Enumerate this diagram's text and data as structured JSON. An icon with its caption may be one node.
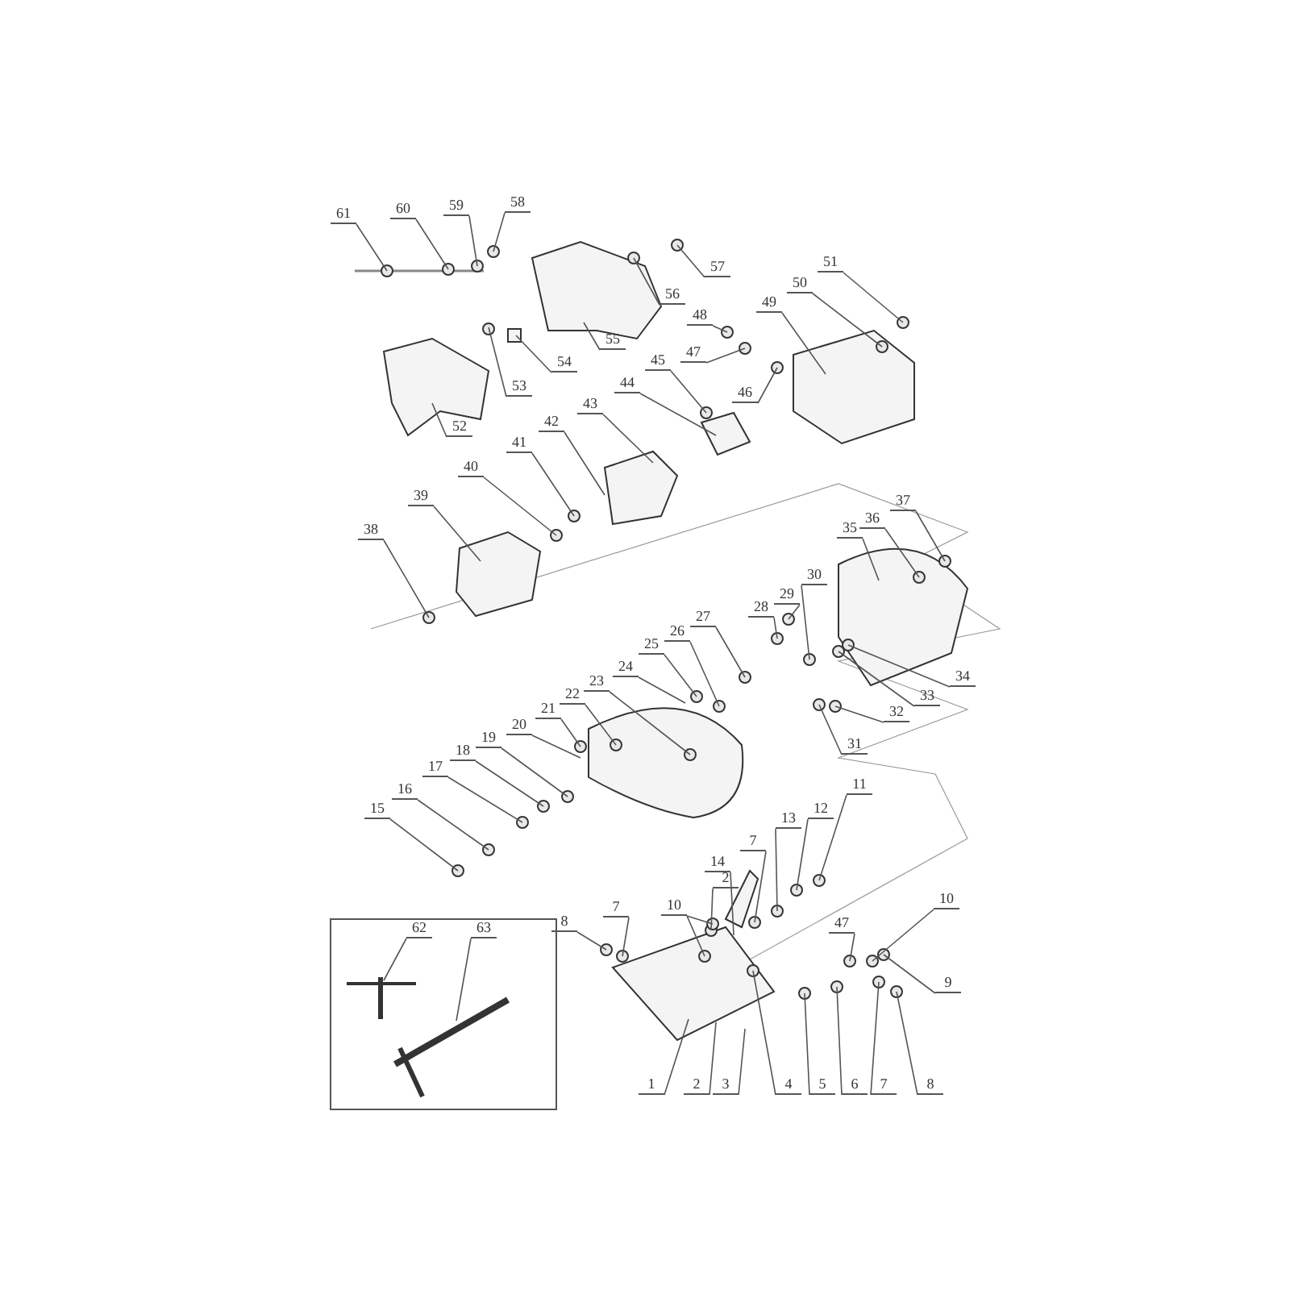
{
  "diagram": {
    "nodes": [
      {
        "text": [
          "61"
        ]
      },
      {
        "text": [
          "60"
        ]
      },
      {
        "text": [
          "59"
        ]
      },
      {
        "text": [
          "58"
        ]
      },
      {
        "text": [
          "57"
        ]
      },
      {
        "text": [
          "56"
        ]
      },
      {
        "text": [
          "55"
        ]
      },
      {
        "text": [
          "54"
        ]
      },
      {
        "text": [
          "53"
        ]
      },
      {
        "text": [
          "52"
        ]
      },
      {
        "text": [
          "51"
        ]
      },
      {
        "text": [
          "50"
        ]
      },
      {
        "text": [
          "49"
        ]
      },
      {
        "text": [
          "48"
        ]
      },
      {
        "text": [
          "47"
        ]
      },
      {
        "text": [
          "46"
        ]
      },
      {
        "text": [
          "45"
        ]
      },
      {
        "text": [
          "44"
        ]
      },
      {
        "text": [
          "43"
        ]
      },
      {
        "text": [
          "42"
        ]
      },
      {
        "text": [
          "41"
        ]
      },
      {
        "text": [
          "40"
        ]
      },
      {
        "text": [
          "39"
        ]
      },
      {
        "text": [
          "38"
        ]
      },
      {
        "text": [
          "37"
        ]
      },
      {
        "text": [
          "36"
        ]
      },
      {
        "text": [
          "35"
        ]
      },
      {
        "text": [
          "30"
        ]
      },
      {
        "text": [
          "29"
        ]
      },
      {
        "text": [
          "28"
        ]
      },
      {
        "text": [
          "27"
        ]
      },
      {
        "text": [
          "26"
        ]
      },
      {
        "text": [
          "25"
        ]
      },
      {
        "text": [
          "24"
        ]
      },
      {
        "text": [
          "23"
        ]
      },
      {
        "text": [
          "22"
        ]
      },
      {
        "text": [
          "21"
        ]
      },
      {
        "text": [
          "20"
        ]
      },
      {
        "text": [
          "19"
        ]
      },
      {
        "text": [
          "18"
        ]
      },
      {
        "text": [
          "17"
        ]
      },
      {
        "text": [
          "16"
        ]
      },
      {
        "text": [
          "15"
        ]
      },
      {
        "text": [
          "34"
        ]
      },
      {
        "text": [
          "33"
        ]
      },
      {
        "text": [
          "32"
        ]
      },
      {
        "text": [
          "31"
        ]
      },
      {
        "text": [
          "14"
        ]
      },
      {
        "text": [
          "11"
        ]
      },
      {
        "text": [
          "12"
        ]
      },
      {
        "text": [
          "13"
        ]
      },
      {
        "text": [
          "7"
        ]
      },
      {
        "text": [
          "2"
        ]
      },
      {
        "text": [
          "10"
        ]
      },
      {
        "text": [
          "8"
        ]
      },
      {
        "text": [
          "7"
        ]
      },
      {
        "text": [
          "47"
        ]
      },
      {
        "text": [
          "10"
        ]
      },
      {
        "text": [
          "9"
        ]
      },
      {
        "text": [
          "62"
        ]
      },
      {
        "text": [
          "63"
        ]
      },
      {
        "text": [
          "1"
        ]
      },
      {
        "text": [
          "2"
        ]
      },
      {
        "text": [
          "3"
        ]
      },
      {
        "text": [
          "4"
        ]
      },
      {
        "text": [
          "5"
        ]
      },
      {
        "text": [
          "6"
        ]
      },
      {
        "text": [
          "7"
        ]
      },
      {
        "text": [
          "8"
        ]
      }
    ],
    "edges": [
      {
        "from": 0,
        "to": null,
        "arrow": "none"
      },
      {
        "from": 1,
        "to": null,
        "arrow": "none"
      },
      {
        "from": 2,
        "to": null,
        "arrow": "none"
      },
      {
        "from": 3,
        "to": null,
        "arrow": "none"
      },
      {
        "from": 4,
        "to": null,
        "arrow": "none"
      },
      {
        "from": 5,
        "to": null,
        "arrow": "none"
      },
      {
        "from": 6,
        "to": null,
        "arrow": "none"
      },
      {
        "from": 7,
        "to": null,
        "arrow": "none"
      },
      {
        "from": 8,
        "to": null,
        "arrow": "none"
      },
      {
        "from": 9,
        "to": null,
        "arrow": "none"
      },
      {
        "from": 10,
        "to": null,
        "arrow": "none"
      },
      {
        "from": 11,
        "to": null,
        "arrow": "none"
      },
      {
        "from": 12,
        "to": null,
        "arrow": "none"
      },
      {
        "from": 13,
        "to": null,
        "arrow": "none"
      },
      {
        "from": 14,
        "to": null,
        "arrow": "none"
      },
      {
        "from": 15,
        "to": null,
        "arrow": "none"
      },
      {
        "from": 16,
        "to": null,
        "arrow": "none"
      },
      {
        "from": 17,
        "to": null,
        "arrow": "none"
      },
      {
        "from": 18,
        "to": null,
        "arrow": "none"
      },
      {
        "from": 19,
        "to": null,
        "arrow": "none"
      },
      {
        "from": 20,
        "to": null,
        "arrow": "none"
      },
      {
        "from": 21,
        "to": null,
        "arrow": "none"
      },
      {
        "from": 22,
        "to": null,
        "arrow": "none"
      },
      {
        "from": 23,
        "to": null,
        "arrow": "none"
      },
      {
        "from": 24,
        "to": null,
        "arrow": "none"
      },
      {
        "from": 25,
        "to": null,
        "arrow": "none"
      },
      {
        "from": 26,
        "to": null,
        "arrow": "none"
      },
      {
        "from": 27,
        "to": null,
        "arrow": "none"
      },
      {
        "from": 28,
        "to": null,
        "arrow": "none"
      },
      {
        "from": 29,
        "to": null,
        "arrow": "none"
      },
      {
        "from": 30,
        "to": null,
        "arrow": "none"
      },
      {
        "from": 31,
        "to": null,
        "arrow": "none"
      },
      {
        "from": 32,
        "to": null,
        "arrow": "none"
      },
      {
        "from": 33,
        "to": null,
        "arrow": "none"
      },
      {
        "from": 34,
        "to": null,
        "arrow": "none"
      },
      {
        "from": 35,
        "to": null,
        "arrow": "none"
      },
      {
        "from": 36,
        "to": null,
        "arrow": "none"
      },
      {
        "from": 37,
        "to": null,
        "arrow": "none"
      },
      {
        "from": 38,
        "to": null,
        "arrow": "none"
      },
      {
        "from": 39,
        "to": null,
        "arrow": "none"
      },
      {
        "from": 40,
        "to": null,
        "arrow": "none"
      },
      {
        "from": 41,
        "to": null,
        "arrow": "none"
      },
      {
        "from": 42,
        "to": null,
        "arrow": "none"
      },
      {
        "from": 43,
        "to": null,
        "arrow": "none"
      },
      {
        "from": 44,
        "to": null,
        "arrow": "none"
      },
      {
        "from": 45,
        "to": null,
        "arrow": "none"
      },
      {
        "from": 46,
        "to": null,
        "arrow": "none"
      },
      {
        "from": 47,
        "to": null,
        "arrow": "none"
      },
      {
        "from": 48,
        "to": null,
        "arrow": "none"
      },
      {
        "from": 49,
        "to": null,
        "arrow": "none"
      },
      {
        "from": 50,
        "to": null,
        "arrow": "none"
      },
      {
        "from": 51,
        "to": null,
        "arrow": "none"
      },
      {
        "from": 52,
        "to": null,
        "arrow": "none"
      },
      {
        "from": 53,
        "to": null,
        "arrow": "none"
      },
      {
        "from": 54,
        "to": null,
        "arrow": "none"
      },
      {
        "from": 55,
        "to": null,
        "arrow": "none"
      },
      {
        "from": 56,
        "to": null,
        "arrow": "none"
      },
      {
        "from": 57,
        "to": null,
        "arrow": "none"
      },
      {
        "from": 58,
        "to": null,
        "arrow": "none"
      },
      {
        "from": 59,
        "to": null,
        "arrow": "none"
      },
      {
        "from": 60,
        "to": null,
        "arrow": "none"
      },
      {
        "from": 61,
        "to": null,
        "arrow": "none"
      },
      {
        "from": 62,
        "to": null,
        "arrow": "none"
      },
      {
        "from": 63,
        "to": null,
        "arrow": "none"
      },
      {
        "from": 64,
        "to": null,
        "arrow": "none"
      },
      {
        "from": 65,
        "to": null,
        "arrow": "none"
      },
      {
        "from": 66,
        "to": null,
        "arrow": "none"
      },
      {
        "from": 67,
        "to": null,
        "arrow": "none"
      },
      {
        "from": 68,
        "to": null,
        "arrow": "none"
      },
      {
        "from": 53,
        "to": null,
        "arrow": "none"
      }
    ]
  }
}
